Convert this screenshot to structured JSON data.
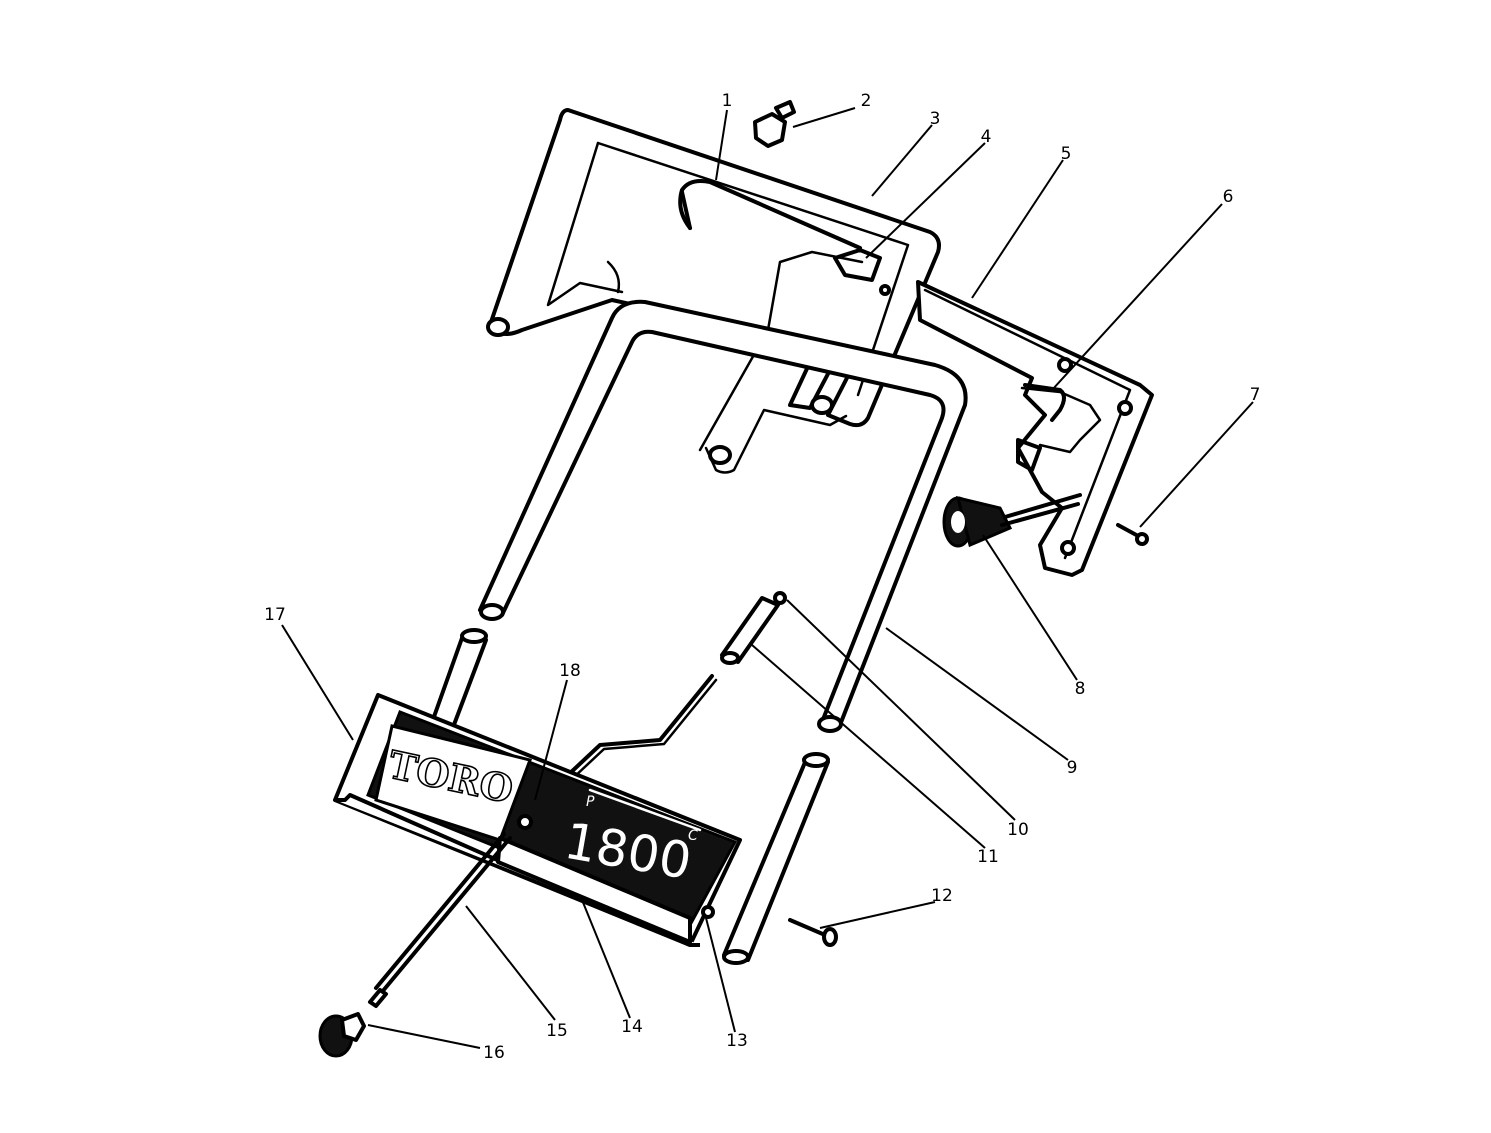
{
  "diagram": {
    "logo_text": "TORO",
    "model_text": "1800",
    "decal_letter_left": "P",
    "decal_letter_right": "C"
  },
  "callouts": [
    {
      "label": "1"
    },
    {
      "label": "2"
    },
    {
      "label": "3"
    },
    {
      "label": "4"
    },
    {
      "label": "5"
    },
    {
      "label": "6"
    },
    {
      "label": "7"
    },
    {
      "label": "8"
    },
    {
      "label": "9"
    },
    {
      "label": "10"
    },
    {
      "label": "11"
    },
    {
      "label": "12"
    },
    {
      "label": "13"
    },
    {
      "label": "14"
    },
    {
      "label": "15"
    },
    {
      "label": "16"
    },
    {
      "label": "17"
    },
    {
      "label": "18"
    }
  ]
}
